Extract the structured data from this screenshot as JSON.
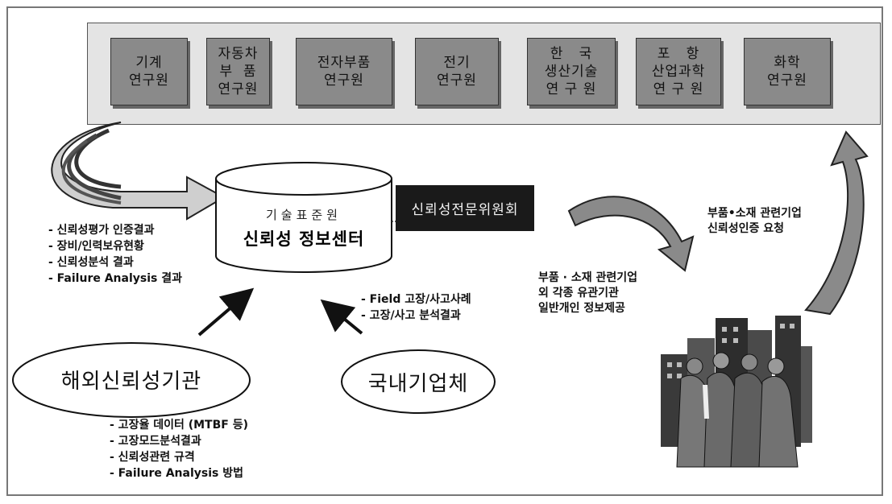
{
  "institutes": [
    {
      "label": "기계\n연구원"
    },
    {
      "label": "자동차\n부  품\n연구원"
    },
    {
      "label": "전자부품\n연구원"
    },
    {
      "label": "전기\n연구원"
    },
    {
      "label": "한   국\n생산기술\n연 구 원"
    },
    {
      "label": "포   항\n산업과학\n연 구 원"
    },
    {
      "label": "화학\n연구원"
    }
  ],
  "center": {
    "org": "기술표준원",
    "name": "신뢰성 정보센터",
    "committee": "신뢰성전문위원회"
  },
  "center_outputs": [
    "- 신뢰성평가 인증결과",
    "- 장비/인력보유현황",
    "- 신뢰성분석 결과",
    "- Failure Analysis 결과"
  ],
  "overseas": {
    "label": "해외신뢰성기관",
    "items": [
      "- 고장율 데이터 (MTBF 등)",
      "- 고장모드분석결과",
      "- 신뢰성관련 규격",
      "- Failure Analysis 방법"
    ]
  },
  "domestic": {
    "label": "국내기업체",
    "items": [
      "- Field 고장/사고사례",
      "- 고장/사고 분석결과"
    ]
  },
  "provider_note": "부품 · 소재 관련기업\n외 각종 유관기관\n일반개인 정보제공",
  "request_note": "부품•소재 관련기업\n신뢰성인증 요청"
}
